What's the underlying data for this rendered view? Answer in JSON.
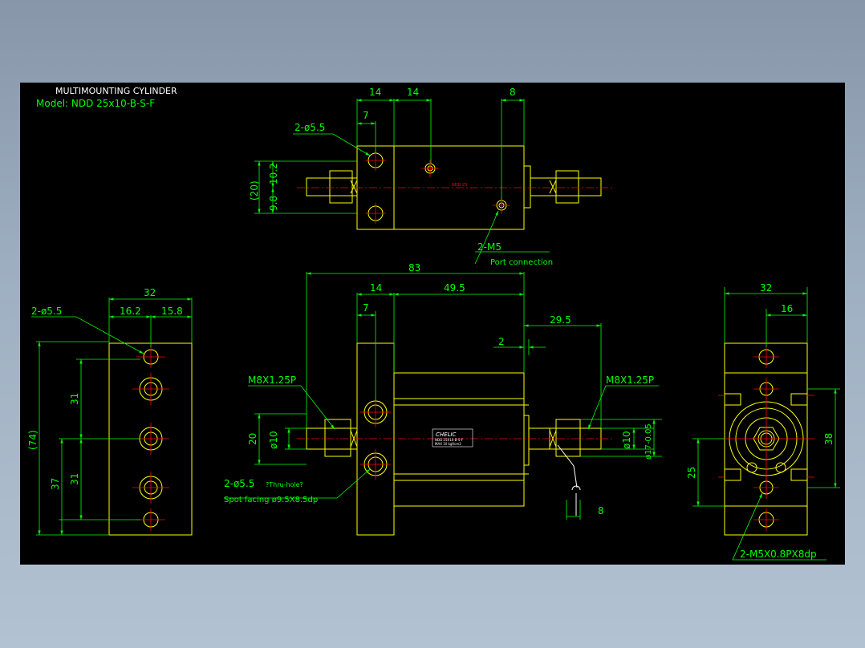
{
  "title": "MULTIMOUNTING CYLINDER",
  "model": "Model: NDD 25x10-B-S-F",
  "top_view": {
    "dims": [
      "14",
      "14",
      "8",
      "7",
      "10.2",
      "9.8",
      "(20)"
    ],
    "hole_label": "2-ø5.5",
    "port_label": "2-M5",
    "port_note": "Port connection",
    "body_text": "NDD 25"
  },
  "front_view": {
    "overall": "83",
    "dims": [
      "14",
      "49.5",
      "7",
      "29.5",
      "2",
      "20",
      "8"
    ],
    "thread_left": "M8X1.25P",
    "thread_right": "M8X1.25P",
    "rod_dia_left": "ø10",
    "rod_dia_right": "ø10",
    "boss_dia": "ø17-0.05",
    "hole_label": "2-ø5.5",
    "hole_note": "?Thru-hole?",
    "spot": "Spot facing  ø9.5X8.5dp",
    "plate_brand": "CHELIC",
    "plate_line1": "NDD 25X10-B-S-F",
    "plate_line2": "MAX 10 kgf/cm2"
  },
  "left_view": {
    "dims": [
      "32",
      "16.2",
      "15.8",
      "31",
      "31",
      "37",
      "(74)"
    ],
    "hole_label": "2-ø5.5"
  },
  "right_view": {
    "dims": [
      "32",
      "16",
      "38",
      "25"
    ],
    "tap_label": "2-M5X0.8PX8dp"
  },
  "colors": {
    "outline": "#ffff00",
    "dimension": "#00ff00",
    "center": "#ff0000",
    "text": "#ffffff",
    "background": "#000000"
  }
}
